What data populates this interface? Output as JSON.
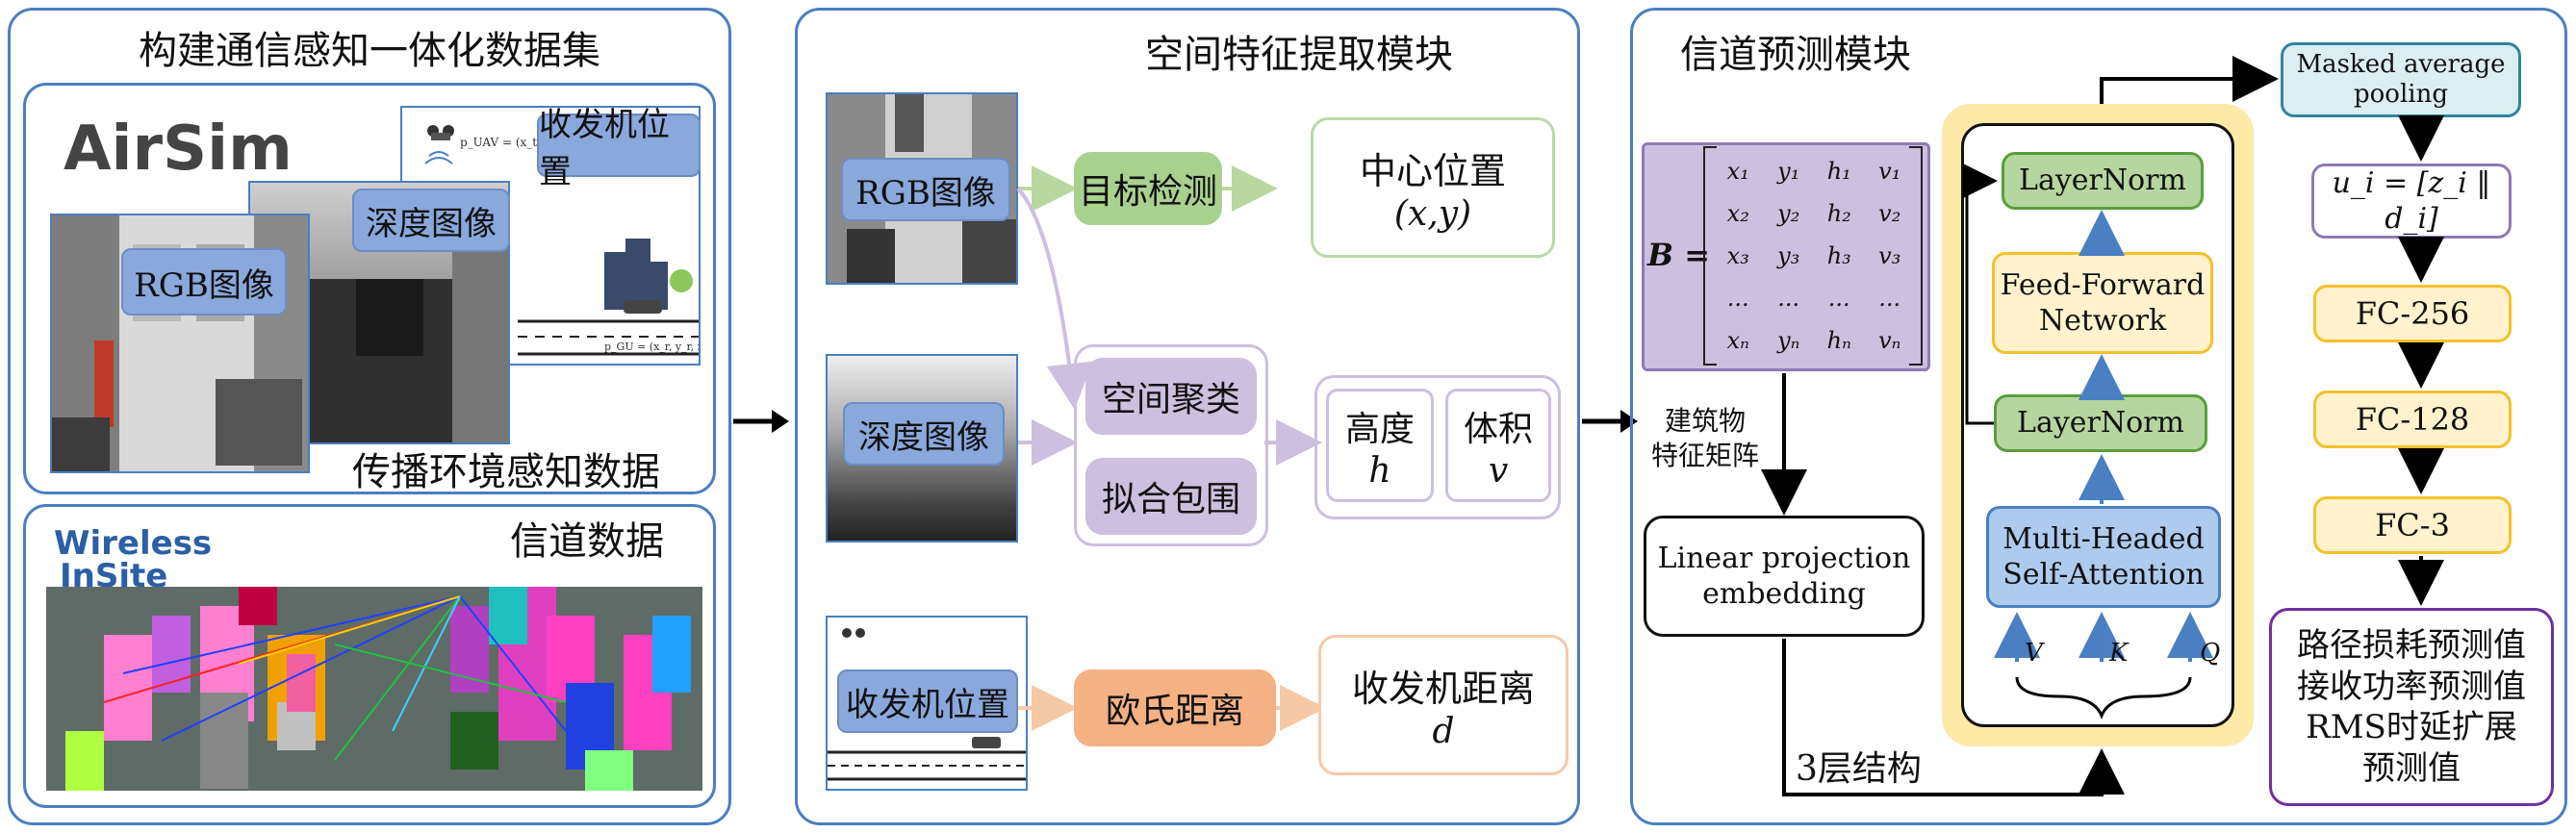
{
  "panel1": {
    "title": "构建通信感知一体化数据集",
    "airsim_logo": "AirSim",
    "transceiver_label": "收发机位置",
    "depth_label": "深度图像",
    "rgb_label": "RGB图像",
    "env_caption": "传播环境感知数据",
    "channel_title": "信道数据",
    "wireless_logo_1": "Wireless",
    "wireless_logo_2": "InSite",
    "p_uav": "p_UAV = (x_t, y_t, z_t)",
    "p_gu": "p_GU = (x_r, y_r, z_r)"
  },
  "panel2": {
    "title": "空间特征提取模块",
    "rgb_label": "RGB图像",
    "depth_label": "深度图像",
    "transceiver_label": "收发机位置",
    "object_detection": "目标检测",
    "center_position": "中心位置",
    "center_symbol": "(x,y)",
    "spatial_clustering": "空间聚类",
    "fit_bbox": "拟合包围",
    "height": "高度",
    "height_symbol": "h",
    "volume": "体积",
    "volume_symbol": "v",
    "euclid": "欧氏距离",
    "tr_distance": "收发机距离",
    "distance_symbol": "d"
  },
  "panel3": {
    "title": "信道预测模块",
    "matrix_lhs": "B =",
    "matrix_rows": [
      [
        "x₁",
        "y₁",
        "h₁",
        "v₁"
      ],
      [
        "x₂",
        "y₂",
        "h₂",
        "v₂"
      ],
      [
        "x₃",
        "y₃",
        "h₃",
        "v₃"
      ],
      [
        "...",
        "...",
        "...",
        "..."
      ],
      [
        "xₙ",
        "yₙ",
        "hₙ",
        "vₙ"
      ]
    ],
    "building_matrix_1": "建筑物",
    "building_matrix_2": "特征矩阵",
    "linear_proj_1": "Linear projection",
    "linear_proj_2": "embedding",
    "layers_label": "3层结构",
    "layernorm_top": "LayerNorm",
    "ffn_1": "Feed-Forward",
    "ffn_2": "Network",
    "layernorm_mid": "LayerNorm",
    "mhsa_1": "Multi-Headed",
    "mhsa_2": "Self-Attention",
    "v": "V",
    "k": "K",
    "q": "Q",
    "pool_1": "Masked average",
    "pool_2": "pooling",
    "concat": "u_i = [z_i ‖ d_i]",
    "fc256": "FC-256",
    "fc128": "FC-128",
    "fc3": "FC-3",
    "outputs": [
      "路径损耗预测值",
      "接收功率预测值",
      "RMS时延扩展",
      "预测值"
    ]
  },
  "colors": {
    "frame": "#4a7fc1",
    "green": "#a9d18e",
    "purple": "#cdbfdf",
    "orange": "#f4b183",
    "yellow": "#fff2cc",
    "gold": "#f5c12b",
    "pool": "#dbeef4"
  }
}
